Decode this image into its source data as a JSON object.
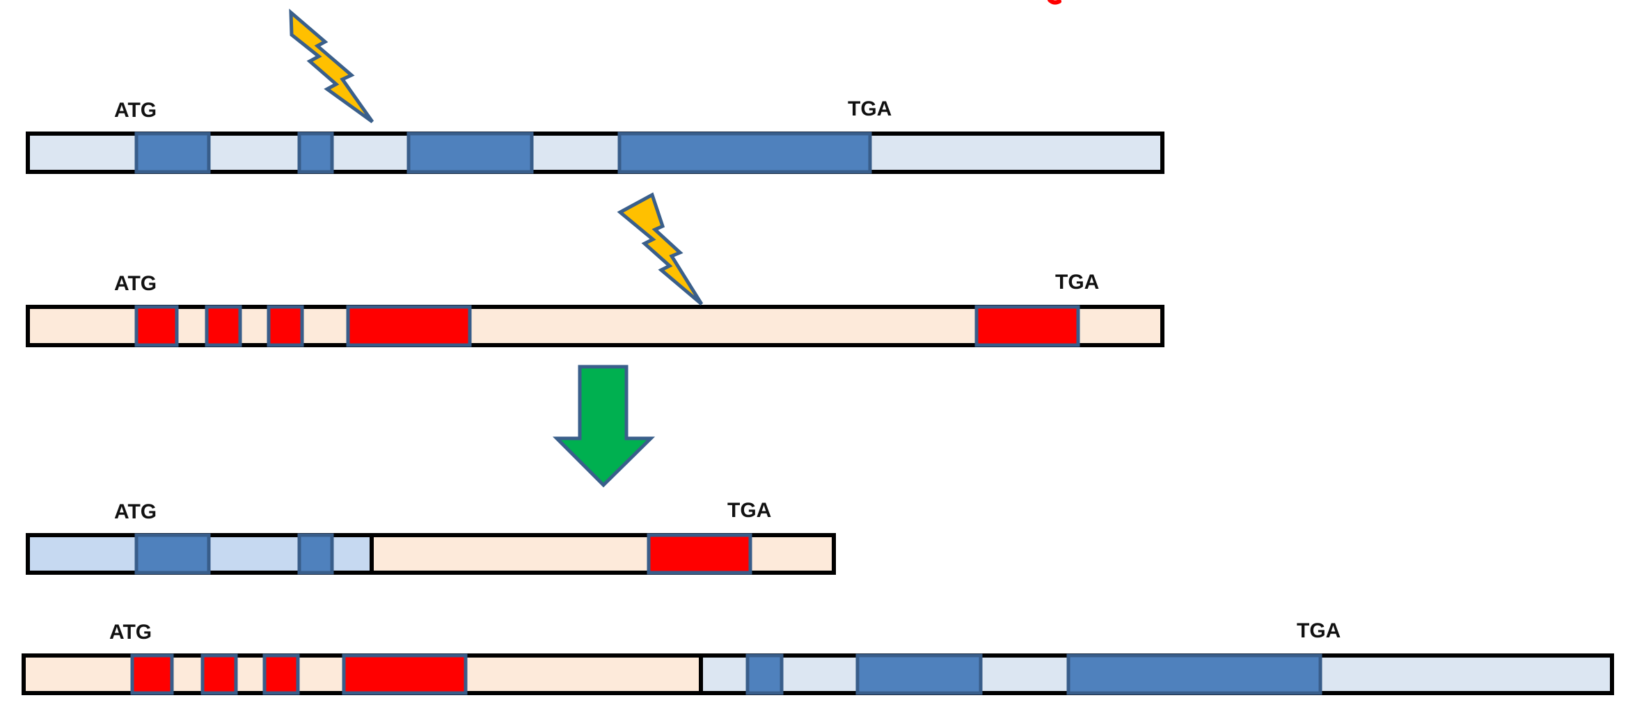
{
  "colors": {
    "blue_gene_background": "#dce6f2",
    "blue_exon": "#4f81bd",
    "blue_exon_border": "#385d8a",
    "red_gene_background": "#fdeada",
    "red_exon": "#ff0000",
    "fusion_blue_background": "#c6d9f1",
    "gene_outline": "#000000",
    "breakpoint_fill": "#ffc000",
    "breakpoint_stroke": "#3a5f8b",
    "arrow_fill": "#00b050",
    "arrow_stroke": "#3a5f8b"
  },
  "icons": {
    "breakpoint": "lightning-bolt",
    "result": "down-arrow"
  },
  "labels": {
    "gene_a_start": "ATG",
    "gene_a_stop": "TGA",
    "gene_b_start": "ATG",
    "gene_b_stop": "TGA",
    "fusion_1_start": "ATG",
    "fusion_1_stop": "TGA",
    "fusion_2_start": "ATG",
    "fusion_2_stop": "TGA"
  }
}
